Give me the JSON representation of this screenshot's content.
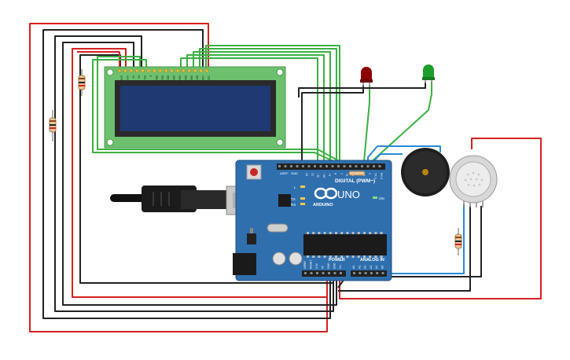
{
  "lcd": {
    "pin_labels": [
      "GND",
      "VCC",
      "V0",
      "RS",
      "RW",
      "E",
      "DB0",
      "DB1",
      "DB2",
      "DB3",
      "DB4",
      "DB5",
      "DB6",
      "DB7",
      "LED",
      "LED"
    ]
  },
  "arduino": {
    "brand": "ARDUINO",
    "model": "UNO",
    "digital_label": "DIGITAL (PWM~)",
    "power_label": "POWER",
    "analog_label": "ANALOG IN",
    "on_label": "ON",
    "tx_label": "TX",
    "rx_label": "RX",
    "l_label": "L",
    "aref_label": "AREF",
    "gnd_label": "GND",
    "digital_pins": [
      "13",
      "12",
      "~11",
      "~10",
      "~9",
      "8",
      "7",
      "~6",
      "~5",
      "4",
      "~3",
      "2",
      "TX 1",
      "RX 0"
    ],
    "power_pins": [
      "IOREF",
      "RESET",
      "3.3V",
      "5V",
      "GND",
      "GND",
      "Vin"
    ],
    "analog_pins": [
      "A0",
      "A1",
      "A2",
      "A3",
      "A4",
      "A5"
    ]
  },
  "components": {
    "led_red_color": "#8b0000",
    "led_green_color": "#1f9d2b",
    "wire_red": "#d62020",
    "wire_black": "#222222",
    "wire_green": "#3cb043",
    "wire_blue": "#2a8ad6",
    "board_color": "#2f6fae",
    "lcd_color": "#6cc06e"
  }
}
